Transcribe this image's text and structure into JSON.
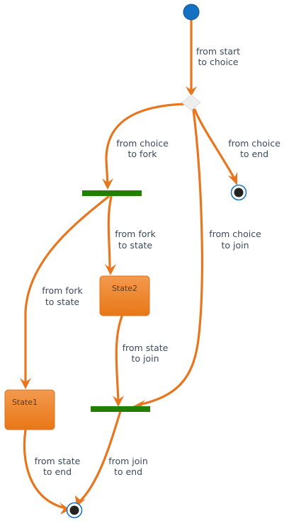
{
  "diagram": {
    "title": "",
    "colors": {
      "edge": "#e8761e",
      "state_fill_top": "#f39a4f",
      "state_fill_bottom": "#e87717",
      "bar": "#228000",
      "start_node": "#1470c0",
      "end_node_ring": "#1470c0",
      "end_node_core": "#222222",
      "choice_node": "#eeeeee",
      "label_text": "#3c4a5c"
    },
    "states": [
      {
        "id": "state1",
        "label": "State1"
      },
      {
        "id": "state2",
        "label": "State2"
      }
    ],
    "edges": [
      {
        "id": "start-choice",
        "label_lines": [
          "from start",
          "to choice"
        ]
      },
      {
        "id": "choice-fork",
        "label_lines": [
          "from choice",
          "to fork"
        ]
      },
      {
        "id": "choice-end",
        "label_lines": [
          "from choice",
          "to end"
        ]
      },
      {
        "id": "fork-state2",
        "label_lines": [
          "from fork",
          "to state"
        ]
      },
      {
        "id": "choice-join",
        "label_lines": [
          "from choice",
          "to join"
        ]
      },
      {
        "id": "fork-state1",
        "label_lines": [
          "from fork",
          "to state"
        ]
      },
      {
        "id": "state2-join",
        "label_lines": [
          "from state",
          "to join"
        ]
      },
      {
        "id": "state1-end",
        "label_lines": [
          "from state",
          "to end"
        ]
      },
      {
        "id": "join-end",
        "label_lines": [
          "from join",
          "to end"
        ]
      }
    ]
  }
}
